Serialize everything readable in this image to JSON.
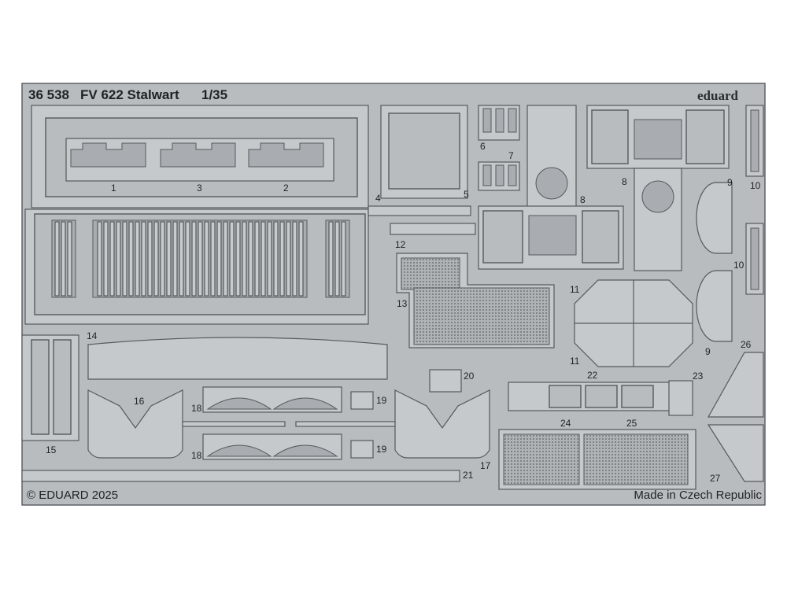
{
  "header": {
    "set_number": "36 538",
    "model_name": "FV 622 Stalwart",
    "scale": "1/35",
    "brand": "eduard"
  },
  "footer": {
    "copyright": "© EDUARD 2025",
    "origin": "Made in Czech Republic"
  },
  "part_numbers": {
    "p1": "1",
    "p2": "2",
    "p3": "3",
    "p4": "4",
    "p5": "5",
    "p6": "6",
    "p7": "7",
    "p8a": "8",
    "p8b": "8",
    "p9a": "9",
    "p9b": "9",
    "p10a": "10",
    "p10b": "10",
    "p11a": "11",
    "p11b": "11",
    "p12": "12",
    "p13": "13",
    "p14": "14",
    "p15": "15",
    "p16": "16",
    "p17": "17",
    "p18a": "18",
    "p18b": "18",
    "p19a": "19",
    "p19b": "19",
    "p20": "20",
    "p21": "21",
    "p22": "22",
    "p23": "23",
    "p24": "24",
    "p25": "25",
    "p26": "26",
    "p27": "27"
  },
  "colors": {
    "fret": "#b9bcbf",
    "outline": "#55595d",
    "text": "#1e2226"
  }
}
